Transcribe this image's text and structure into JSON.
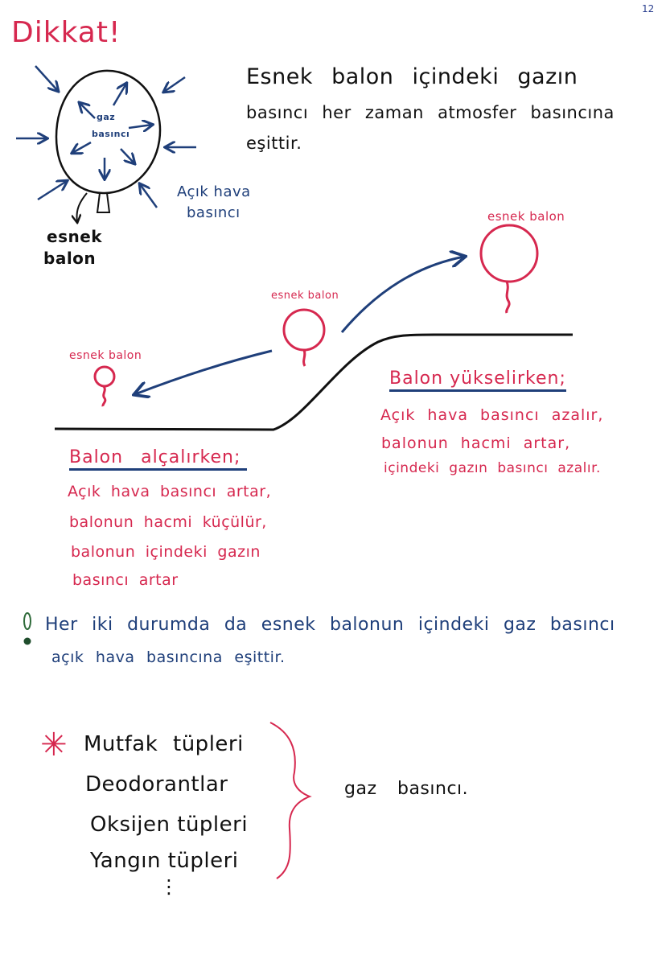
{
  "page_number": "12",
  "colors": {
    "accent_red": "#d6284f",
    "ink_blue": "#1f3f7a",
    "ink_black": "#111111",
    "green_mark": "#2f6b3a"
  },
  "header": {
    "title": "Dikkat!"
  },
  "balloon_diagram": {
    "inner_label_1": "gaz",
    "inner_label_2": "basıncı",
    "outer_label_1": "Açık hava",
    "outer_label_2": "basıncı",
    "balloon_label_1": "esnek",
    "balloon_label_2": "balon"
  },
  "intro": {
    "line1": "Esnek balon içindeki gazın",
    "line2": "basıncı her zaman atmosfer basıncına",
    "line3": "eşittir."
  },
  "slope_diagram": {
    "balloon_high_label": "esnek balon",
    "balloon_mid_label": "esnek balon",
    "balloon_low_label": "esnek balon"
  },
  "rising": {
    "heading": "Balon yükselirken;",
    "lines": [
      "Açık hava basıncı azalır,",
      "balonun hacmi artar,",
      "içindeki gazın basıncı azalır."
    ]
  },
  "falling": {
    "heading": "Balon alçalırken;",
    "lines": [
      "Açık hava basıncı artar,",
      "balonun hacmi küçülür,",
      "balonun içindeki gazın",
      "basıncı artar"
    ]
  },
  "note": {
    "icon": "exclamation-icon",
    "line1": "Her iki durumda da esnek balonun içindeki gaz basıncı",
    "line2": "açık hava basıncına eşittir."
  },
  "examples": {
    "bullet_icon": "asterisk-icon",
    "items": [
      "Mutfak tüpleri",
      "Deodorantlar",
      "Oksijen tüpleri",
      "Yangın tüpleri"
    ],
    "ellipsis": "⋮",
    "result": "gaz basıncı."
  }
}
